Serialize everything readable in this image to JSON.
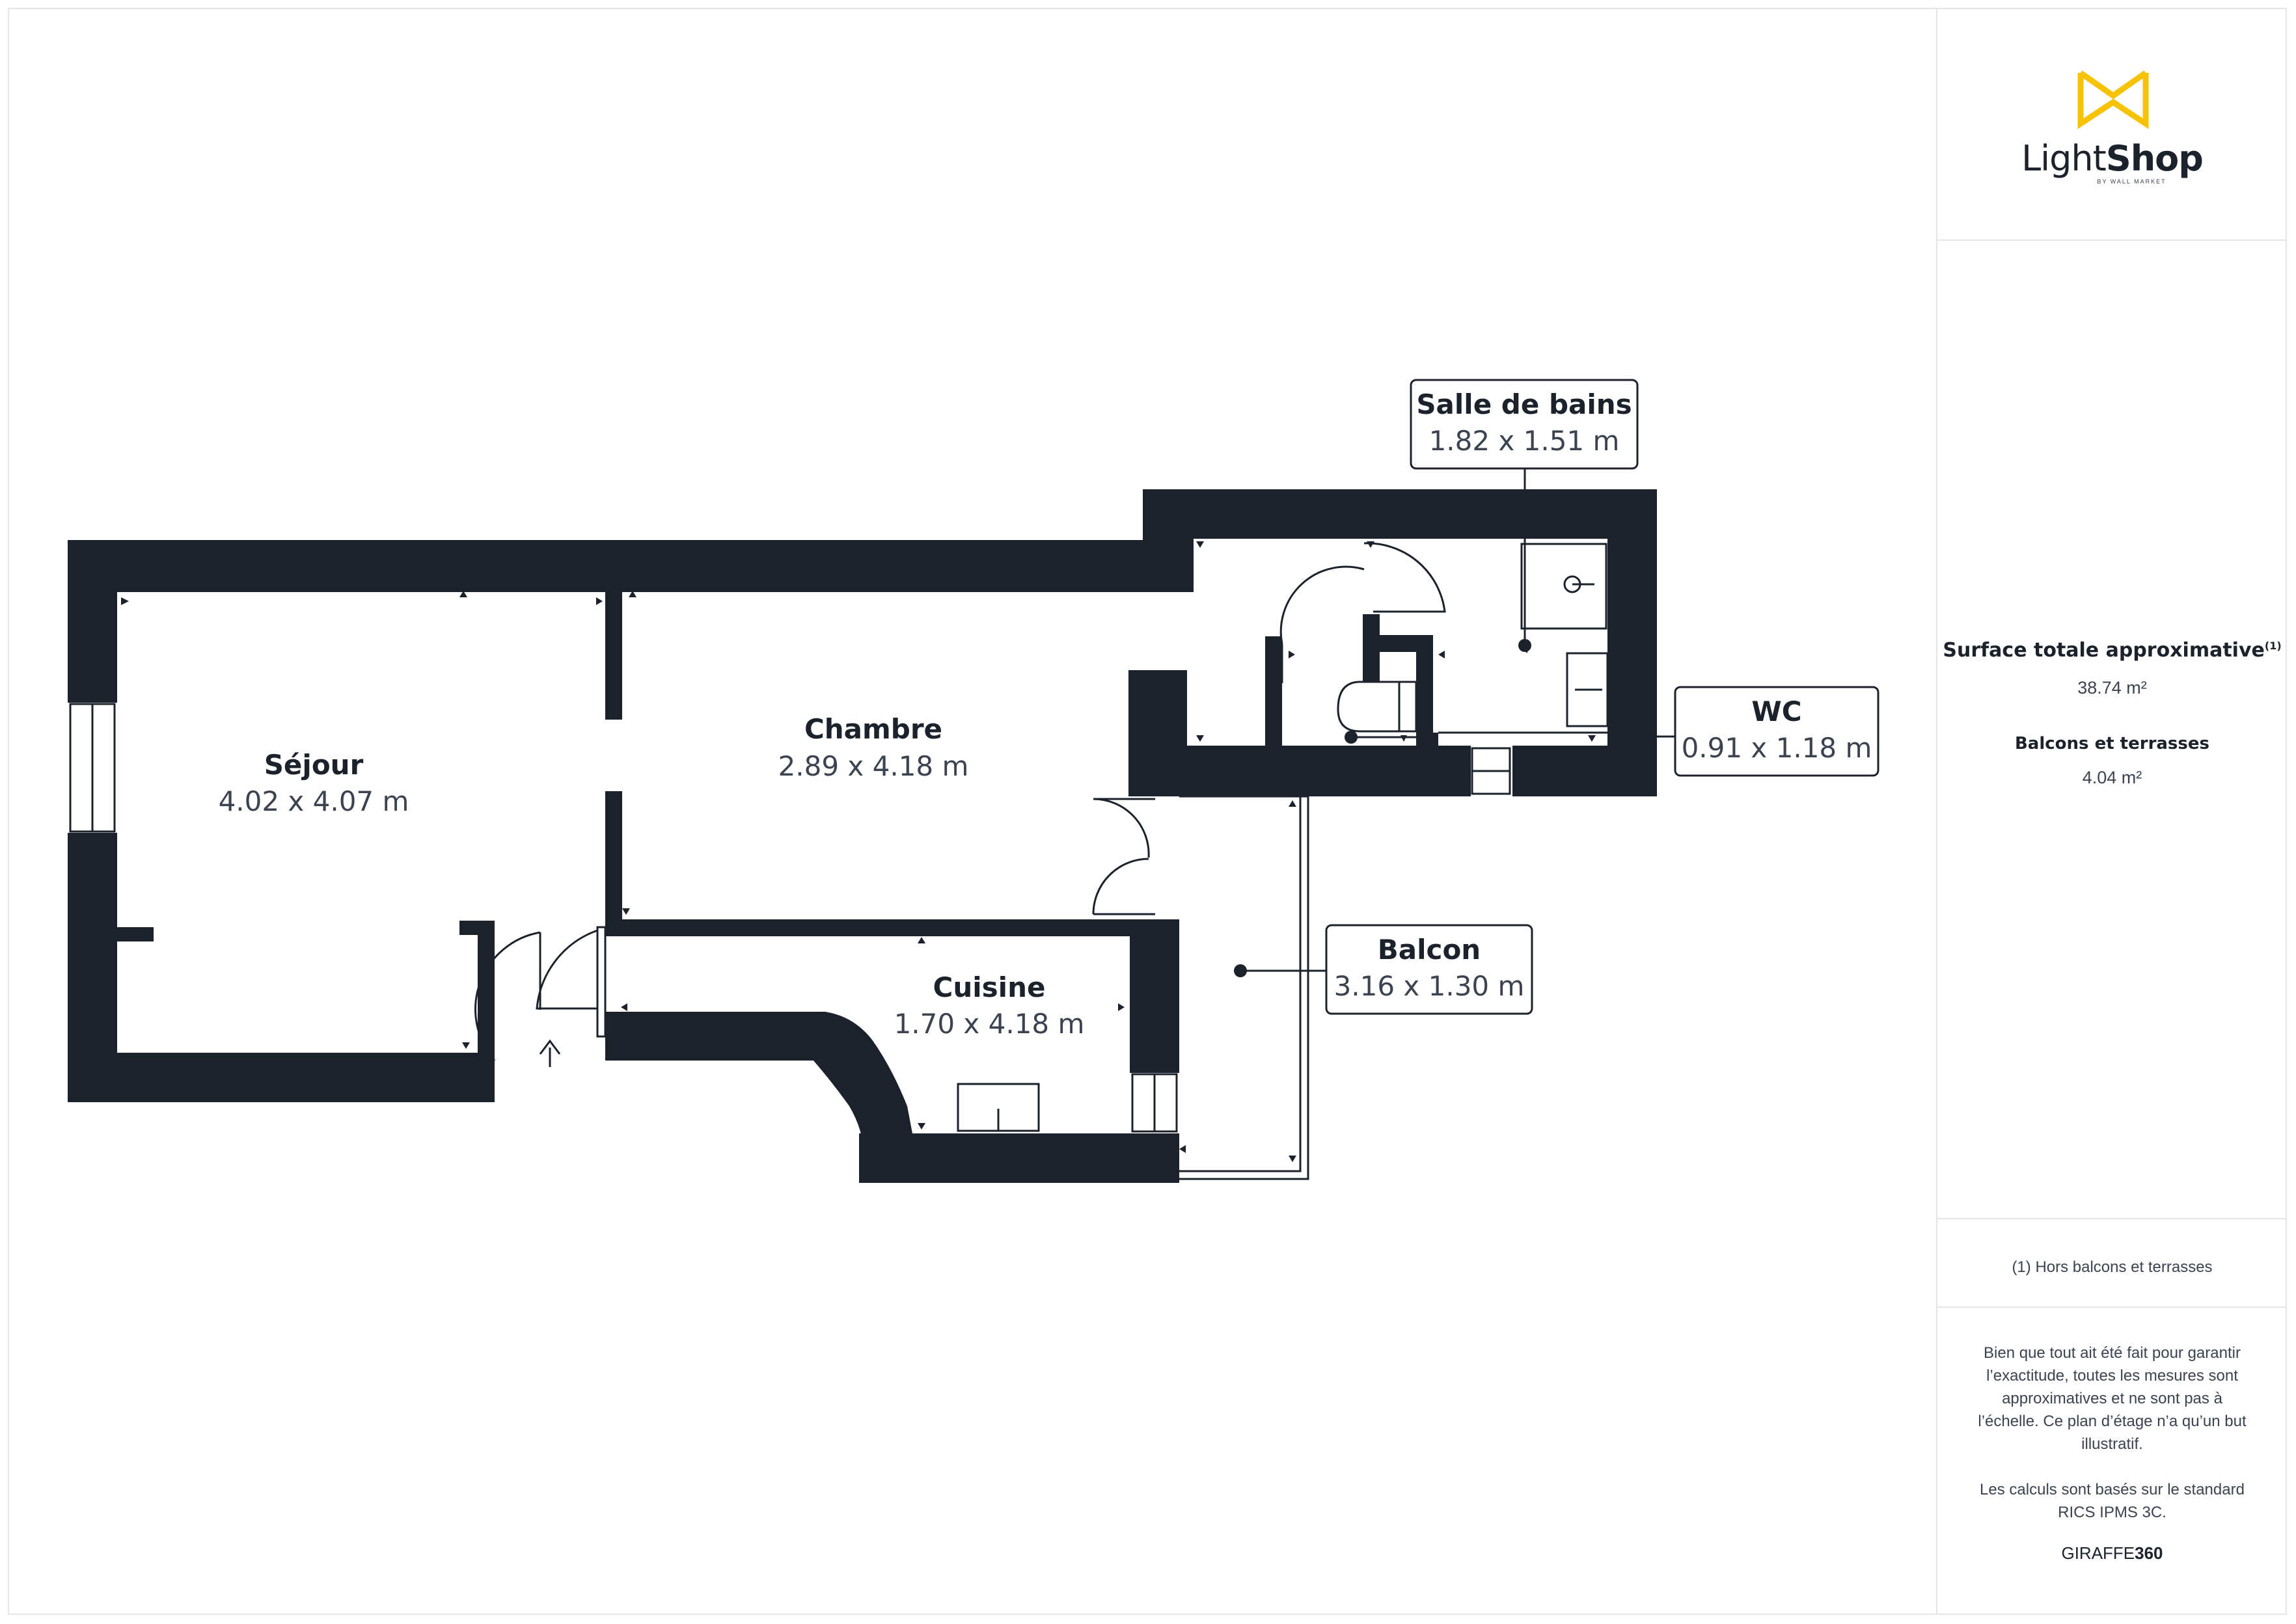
{
  "brand": {
    "name_light": "Light",
    "name_shop": "Shop",
    "tagline": "BY WALL MARKET",
    "accent_color": "#f7c300",
    "ink_color": "#1b222c"
  },
  "rooms": [
    {
      "name": "Séjour",
      "dimensions": "4.02 x 4.07 m"
    },
    {
      "name": "Chambre",
      "dimensions": "2.89 x 4.18 m"
    },
    {
      "name": "Cuisine",
      "dimensions": "1.70 x 4.18 m"
    },
    {
      "name": "Salle de bains",
      "dimensions": "1.82 x 1.51 m"
    },
    {
      "name": "WC",
      "dimensions": "0.91 x 1.18 m"
    },
    {
      "name": "Balcon",
      "dimensions": "3.16 x 1.30 m"
    }
  ],
  "summary": {
    "total_label": "Surface totale approximative",
    "total_footnote_mark": "(1)",
    "total_value": "38.74 m²",
    "balcony_label": "Balcons et terrasses",
    "balcony_value": "4.04 m²"
  },
  "footnote": "(1) Hors balcons et terrasses",
  "disclaimer": {
    "lines": [
      "Bien que tout ait été fait pour garantir",
      "l’exactitude, toutes les mesures sont",
      "approximatives et ne sont pas à",
      "l’échelle. Ce plan d’étage n’a qu’un but",
      "illustratif."
    ],
    "standard_lines": [
      "Les calculs sont basés sur le standard",
      "RICS IPMS 3C."
    ]
  },
  "credit": {
    "prefix": "GIRAFFE",
    "suffix": "360"
  }
}
